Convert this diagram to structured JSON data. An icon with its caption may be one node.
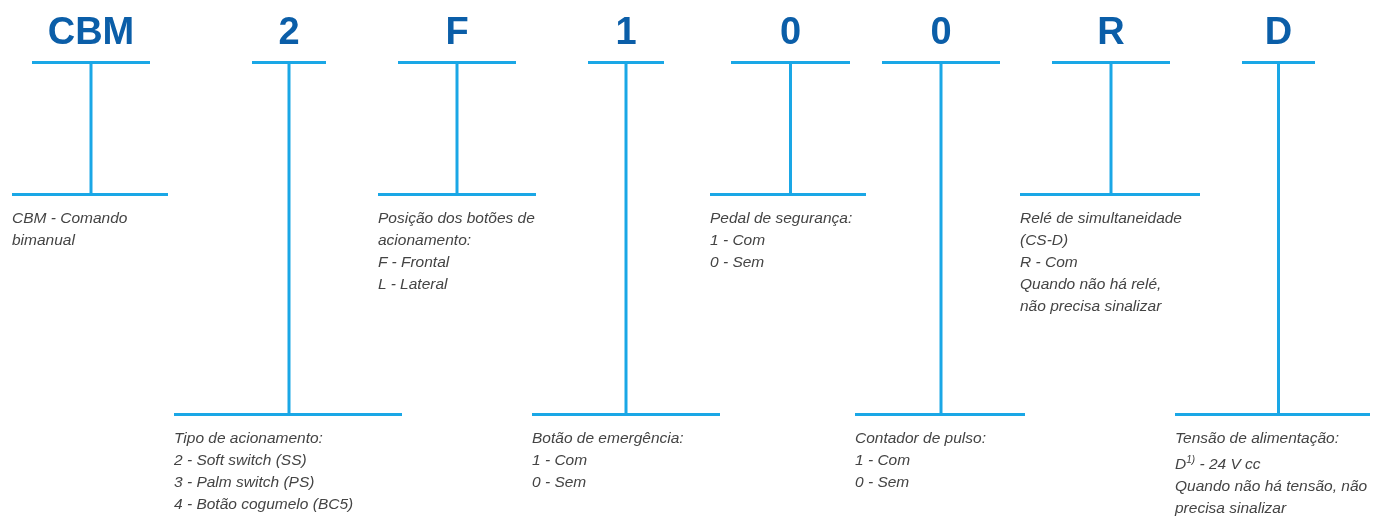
{
  "diagram": {
    "nodes": [
      {
        "text": [
          "CBM"
        ]
      },
      {
        "text": [
          "2"
        ]
      },
      {
        "text": [
          "F"
        ]
      },
      {
        "text": [
          "1"
        ]
      },
      {
        "text": [
          "0"
        ]
      },
      {
        "text": [
          "0"
        ]
      },
      {
        "text": [
          "R"
        ]
      },
      {
        "text": [
          "D"
        ]
      },
      {
        "text": [
          "CBM - Comando bimanual"
        ]
      },
      {
        "text": [
          "Tipo de acionamento:",
          "2 - Soft switch (SS)",
          "3 - Palm switch (PS)",
          "4 - Botão cogumelo (BC5)"
        ]
      },
      {
        "text": [
          "Posição dos botões de acionamento:",
          "F - Frontal",
          "L - Lateral"
        ]
      },
      {
        "text": [
          "Botão de emergência:",
          "1 - Com",
          "0 - Sem"
        ]
      },
      {
        "text": [
          "Pedal de segurança:",
          "1 - Com",
          "0 - Sem"
        ]
      },
      {
        "text": [
          "Contador de pulso:",
          "1 - Com",
          "0 - Sem"
        ]
      },
      {
        "text": [
          "Relé de simultaneidade (CS-D)",
          "R - Com",
          "Quando não há relé, não precisa sinalizar"
        ]
      },
      {
        "text": [
          "Tensão de alimentação:",
          "D$^{1)}$ - 24 V cc",
          "Quando não há tensão, não precisa sinalizar"
        ]
      }
    ],
    "edges": [
      {
        "from": 0,
        "to": 8,
        "arrow": "none"
      },
      {
        "from": 1,
        "to": 9,
        "arrow": "none"
      },
      {
        "from": 2,
        "to": 10,
        "arrow": "none"
      },
      {
        "from": 3,
        "to": 11,
        "arrow": "none"
      },
      {
        "from": 4,
        "to": 12,
        "arrow": "none"
      },
      {
        "from": 5,
        "to": 13,
        "arrow": "none"
      },
      {
        "from": 6,
        "to": 14,
        "arrow": "none"
      },
      {
        "from": 7,
        "to": 15,
        "arrow": "none"
      }
    ]
  }
}
